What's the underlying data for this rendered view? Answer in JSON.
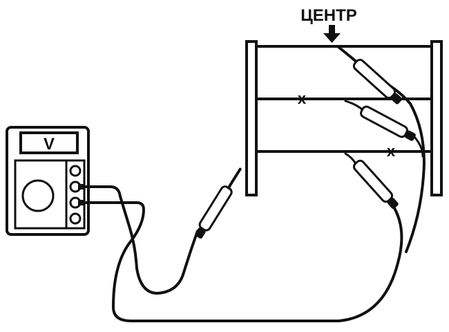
{
  "meter": {
    "display_text": "V"
  },
  "coil_frame": {
    "center_label": "ЦЕНТР",
    "wire_mark_middle": "x",
    "wire_mark_lower": "x"
  }
}
